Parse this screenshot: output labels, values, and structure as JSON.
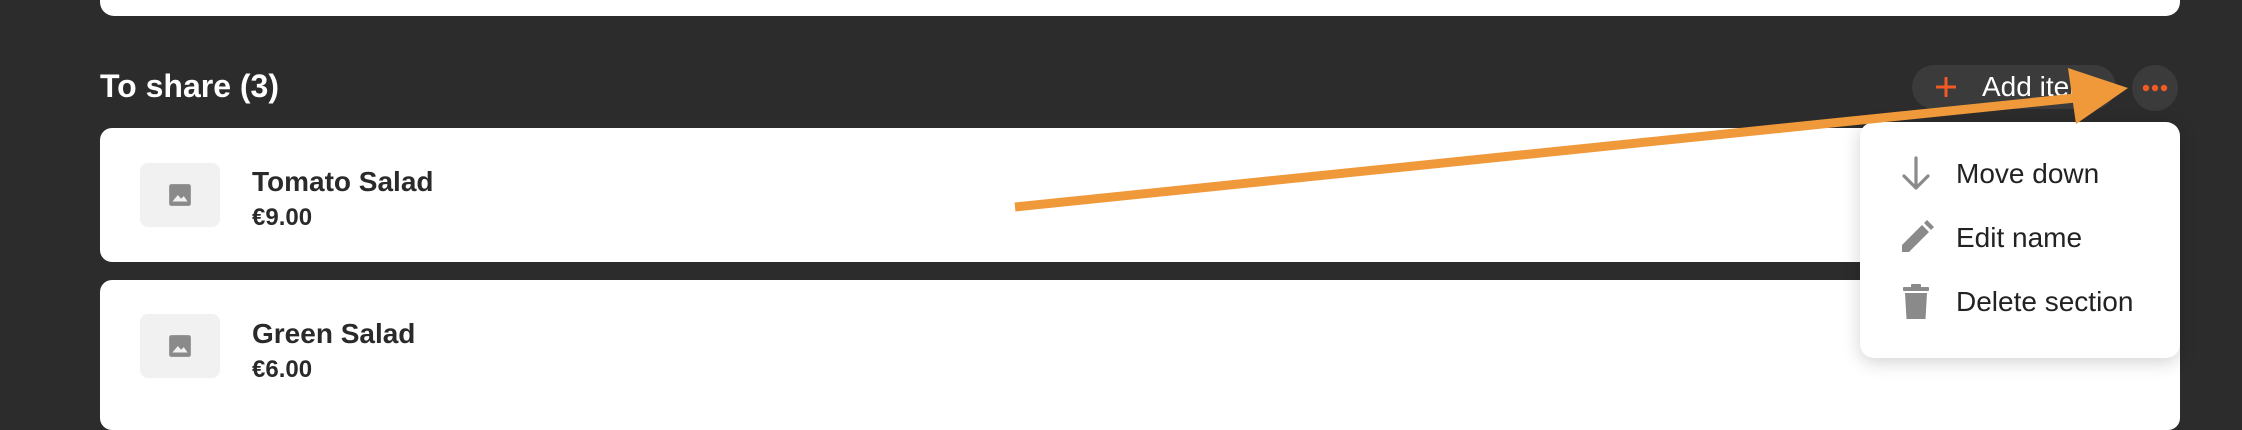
{
  "section": {
    "title": "To share (3)",
    "add_item_label": "Add item"
  },
  "items": [
    {
      "name": "Tomato Salad",
      "price": "€9.00"
    },
    {
      "name": "Green Salad",
      "price": "€6.00"
    }
  ],
  "menu": {
    "items": [
      {
        "label": "Move down",
        "icon": "arrow-down-icon"
      },
      {
        "label": "Edit name",
        "icon": "pencil-icon"
      },
      {
        "label": "Delete section",
        "icon": "trash-icon"
      }
    ]
  },
  "colors": {
    "background": "#2c2c2c",
    "accent": "#f15a24",
    "annotation_arrow": "#f0993a",
    "card": "#ffffff",
    "icon_gray": "#8a8a8a"
  },
  "icons": {
    "add": "plus-icon",
    "more": "ellipsis-icon",
    "thumbnail": "image-placeholder-icon"
  }
}
